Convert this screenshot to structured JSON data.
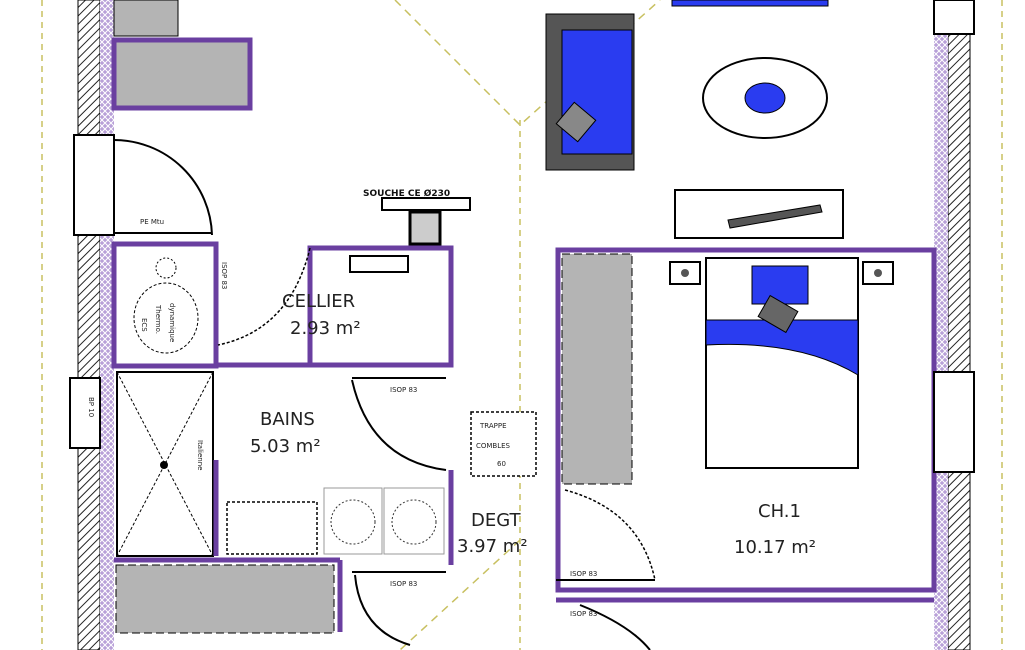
{
  "plan": {
    "rooms": {
      "cellier": {
        "name": "CELLIER",
        "area": "2.93 m²"
      },
      "bains": {
        "name": "BAINS",
        "area": "5.03 m²"
      },
      "degt": {
        "name": "DEGT",
        "area": "3.97 m²"
      },
      "ch1": {
        "name": "CH.1",
        "area": "10.17 m²"
      }
    },
    "labels": {
      "souche": "SOUCHE CE Ø230",
      "pe": "PE Mtu",
      "isop": "ISOP 83",
      "bp": "BP 10",
      "italienne": "Italienne",
      "ecs_1": "ECS",
      "ecs_2": "Thermo.",
      "ecs_3": "dynamique",
      "trappe_1": "TRAPPE",
      "trappe_2": "COMBLES",
      "trappe_3": "60"
    },
    "colors": {
      "wall_purple": "#6a3fa0",
      "furniture_blue": "#2a3cf0",
      "fill_grey": "#b4b4b4",
      "dashed_yellow": "#c8c060"
    }
  }
}
